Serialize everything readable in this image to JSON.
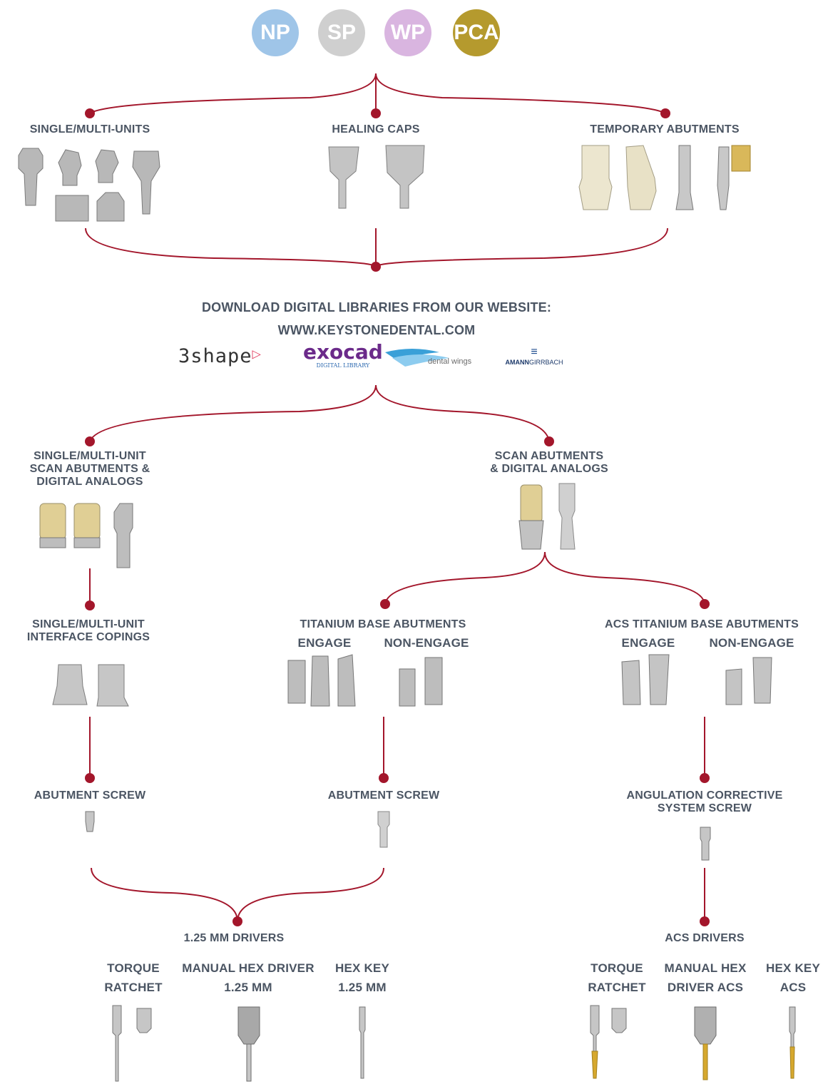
{
  "badges": [
    {
      "label": "NP",
      "color": "#9fc5e8"
    },
    {
      "label": "SP",
      "color": "#cfcfcf"
    },
    {
      "label": "WP",
      "color": "#d9b5e0"
    },
    {
      "label": "PCA",
      "color": "#b59a2e"
    }
  ],
  "colors": {
    "connector": "#a3162b",
    "text": "#4b5563"
  },
  "nodes": {
    "single_multi_units": "SINGLE/MULTI-UNITS",
    "healing_caps": "HEALING CAPS",
    "temporary_abutments": "TEMPORARY ABUTMENTS",
    "download_line1": "DOWNLOAD DIGITAL LIBRARIES FROM OUR WEBSITE:",
    "download_line2": "WWW.KEYSTONEDENTAL.COM",
    "sm_scan": [
      "SINGLE/MULTI-UNIT",
      "SCAN ABUTMENTS &",
      "DIGITAL ANALOGS"
    ],
    "scan_abutments": [
      "SCAN ABUTMENTS",
      "& DIGITAL ANALOGS"
    ],
    "sm_interface": [
      "SINGLE/MULTI-UNIT",
      "INTERFACE COPINGS"
    ],
    "ti_base": "TITANIUM BASE ABUTMENTS",
    "ti_engage": "ENGAGE",
    "ti_non_engage": "NON-ENGAGE",
    "acs_ti_base": "ACS TITANIUM BASE ABUTMENTS",
    "acs_engage": "ENGAGE",
    "acs_non_engage": "NON-ENGAGE",
    "abutment_screw_1": "ABUTMENT SCREW",
    "abutment_screw_2": "ABUTMENT SCREW",
    "acs_screw": [
      "ANGULATION CORRECTIVE",
      "SYSTEM SCREW"
    ],
    "drivers_125": "1.25 MM DRIVERS",
    "acs_drivers": "ACS DRIVERS",
    "torque_ratchet_1": [
      "TORQUE",
      "RATCHET"
    ],
    "manual_hex_125": [
      "MANUAL HEX DRIVER",
      "1.25 MM"
    ],
    "hex_key_125": [
      "HEX KEY",
      "1.25 MM"
    ],
    "torque_ratchet_2": [
      "TORQUE",
      "RATCHET"
    ],
    "manual_hex_acs": [
      "MANUAL HEX",
      "DRIVER ACS"
    ],
    "hex_key_acs": [
      "HEX KEY",
      "ACS"
    ]
  },
  "logos": {
    "shape3": "3shape",
    "exocad": "exocad",
    "exocad_sub": "DIGITAL LIBRARY",
    "dental_wings": "dental wings",
    "amann_a": "AMANN",
    "amann_b": "GIRRBACH"
  }
}
